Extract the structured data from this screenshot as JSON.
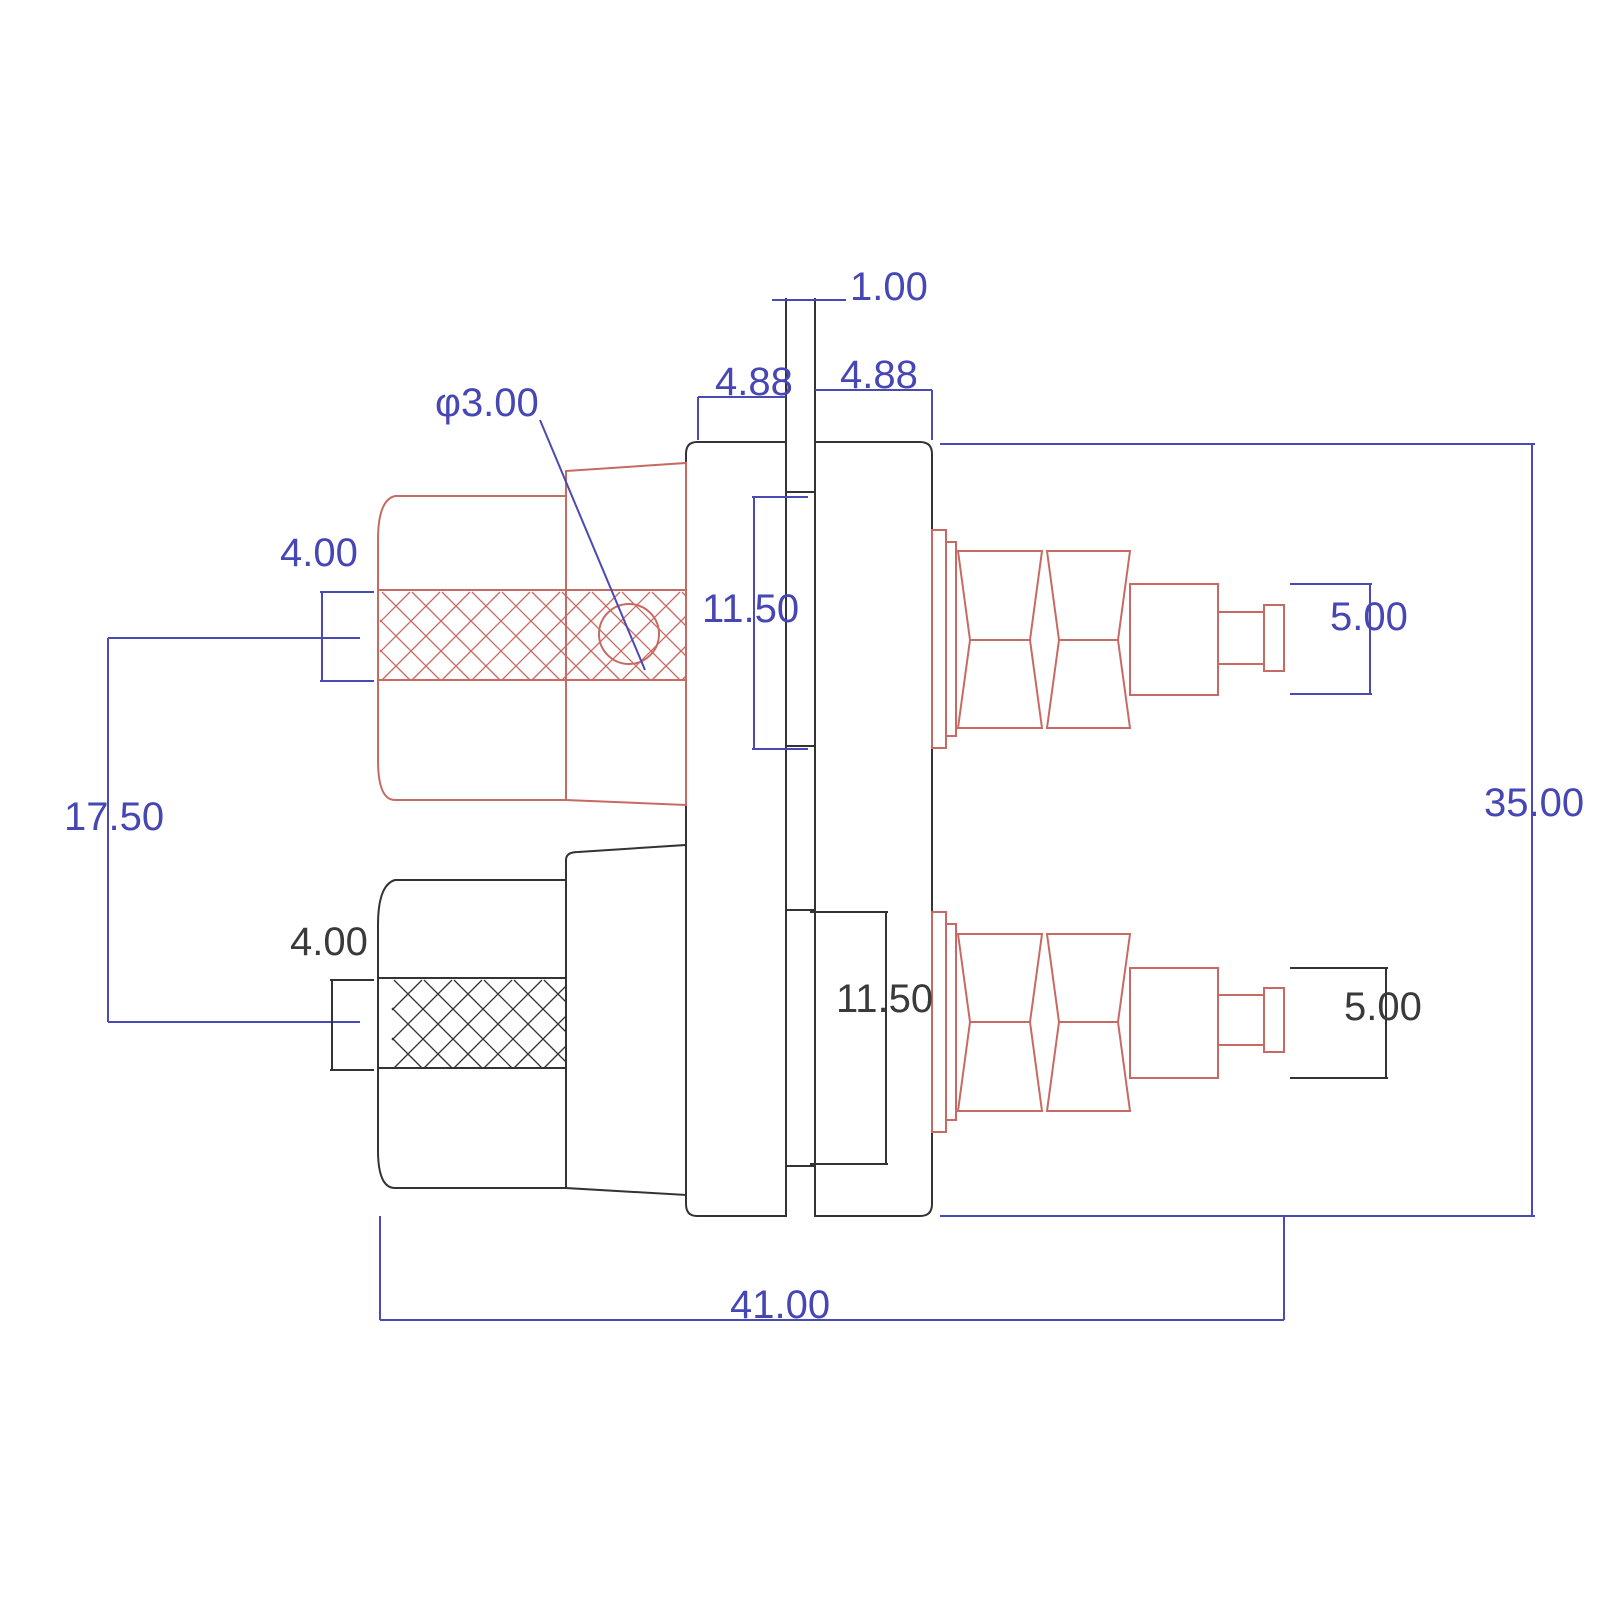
{
  "colors": {
    "dimension": "#4646b4",
    "dimension_dark": "#3a3a3a",
    "red_terminal": "#c86a64",
    "black_terminal": "#333333",
    "background": "#ffffff"
  },
  "dimensions": {
    "panel_gap": "1.00",
    "left_plate_thickness": "4.88",
    "right_plate_thickness": "4.88",
    "hole_diameter": "φ3.00",
    "red_hole_width": "4.00",
    "black_hole_width": "4.00",
    "upper_post_height": "11.50",
    "lower_post_height": "11.50",
    "terminal_spacing": "17.50",
    "upper_pin_width": "5.00",
    "lower_pin_width": "5.00",
    "overall_height": "35.00",
    "overall_length": "41.00"
  }
}
